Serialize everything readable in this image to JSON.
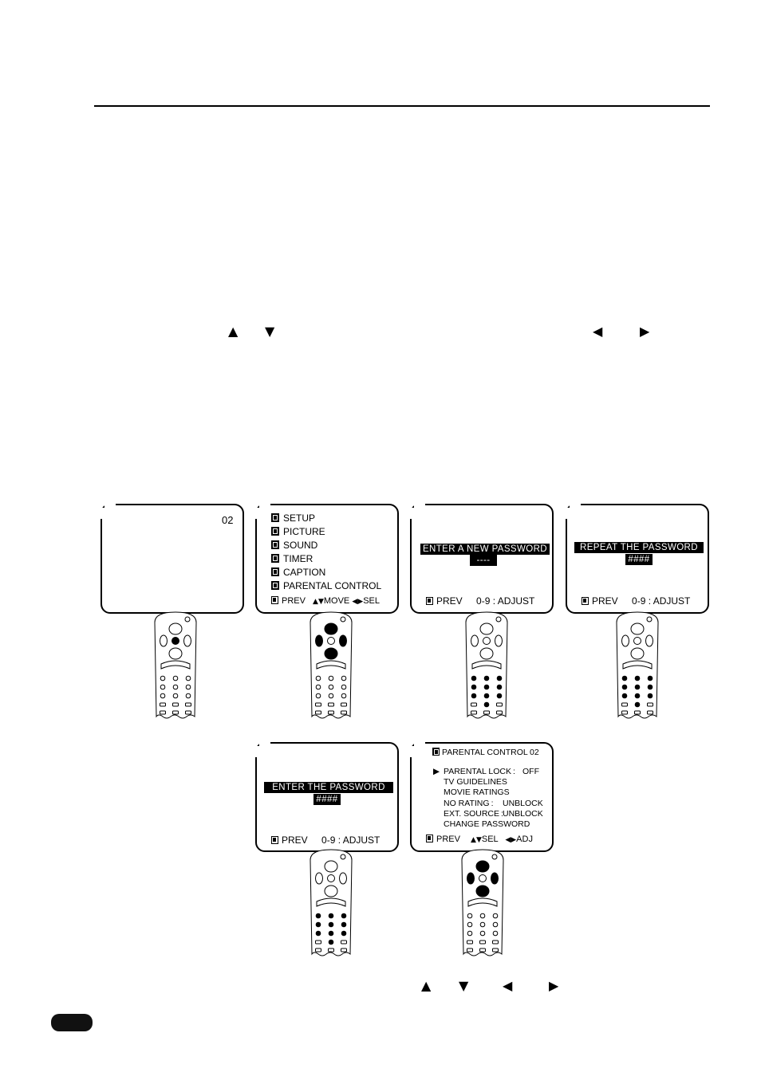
{
  "page": {
    "arrows_top": [
      "▲",
      "▼",
      "◀",
      "▶"
    ],
    "arrows_bottom": [
      "▲",
      "▼",
      "◀",
      "▶"
    ]
  },
  "screen1": {
    "channel": "02"
  },
  "screen2": {
    "menu": [
      "SETUP",
      "PICTURE",
      "SOUND",
      "TIMER",
      "CAPTION",
      "PARENTAL CONTROL"
    ],
    "footer_prev": "PREV",
    "footer_move": "MOVE",
    "footer_sel": "SEL"
  },
  "screen3": {
    "banner": "ENTER A NEW PASSWORD",
    "value": "----",
    "footer_prev": "PREV",
    "footer_adjust": "0-9 : ADJUST"
  },
  "screen4": {
    "banner": "REPEAT THE PASSWORD",
    "value": "####",
    "footer_prev": "PREV",
    "footer_adjust": "0-9 : ADJUST"
  },
  "screen5": {
    "banner": "ENTER THE PASSWORD",
    "value": "####",
    "footer_prev": "PREV",
    "footer_adjust": "0-9 : ADJUST"
  },
  "screen6": {
    "title": "PARENTAL CONTROL",
    "channel": "02",
    "items": [
      {
        "label": "PARENTAL LOCK",
        "sep": ":",
        "value": "OFF"
      },
      {
        "label": "TV GUIDELINES",
        "sep": "",
        "value": ""
      },
      {
        "label": "MOVIE RATINGS",
        "sep": "",
        "value": ""
      },
      {
        "label": "NO RATING",
        "sep": ":",
        "value": "UNBLOCK"
      },
      {
        "label": "EXT. SOURCE",
        "sep": ":",
        "value": "UNBLOCK"
      },
      {
        "label": "CHANGE PASSWORD",
        "sep": "",
        "value": ""
      }
    ],
    "footer_prev": "PREV",
    "footer_sel": "SEL",
    "footer_adj": "ADJ"
  },
  "remotes": [
    {
      "highlight": "center"
    },
    {
      "highlight": "dpad"
    },
    {
      "highlight": "numbers"
    },
    {
      "highlight": "numbers"
    },
    {
      "highlight": "numbers-with-zero"
    },
    {
      "highlight": "dpad"
    }
  ]
}
